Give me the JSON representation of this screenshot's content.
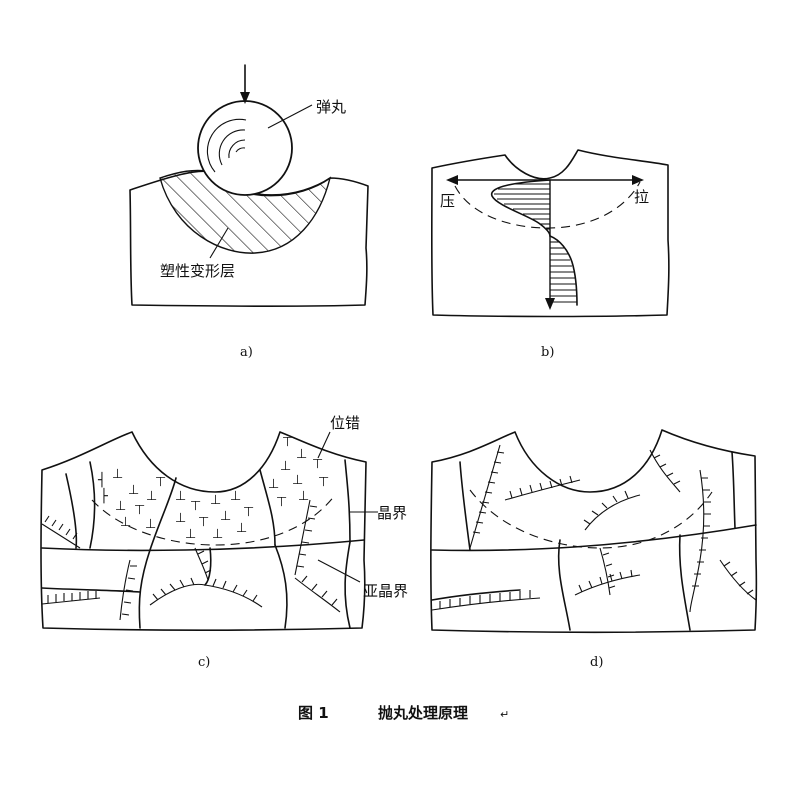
{
  "figure": {
    "caption_number": "图 1",
    "caption_title": "抛丸处理原理",
    "caption_mark": "↵"
  },
  "panel_a": {
    "label": "a)",
    "shot_label": "弹丸",
    "layer_label": "塑性变形层"
  },
  "panel_b": {
    "label": "b)",
    "compression_label": "压",
    "tension_label": "拉"
  },
  "panel_c": {
    "label": "c)",
    "dislocation_label": "位错",
    "grain_boundary_label": "晶界",
    "subgrain_boundary_label": "亚晶界"
  },
  "panel_d": {
    "label": "d)"
  }
}
